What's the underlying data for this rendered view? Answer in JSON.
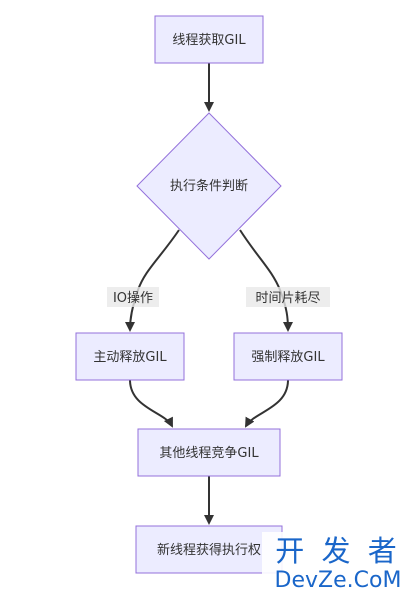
{
  "nodes": {
    "start": "线程获取GIL",
    "decision": "执行条件判断",
    "io_release": "主动释放GIL",
    "force_release": "强制释放GIL",
    "compete": "其他线程竞争GIL",
    "new_exec": "新线程获得执行权"
  },
  "edges": {
    "io_label": "IO操作",
    "time_label": "时间片耗尽"
  },
  "watermark": {
    "line1": "开 发 者",
    "line2": "DevZe.CoM"
  },
  "colors": {
    "node_fill": "#ececff",
    "node_stroke": "#9370db",
    "edge": "#333333",
    "watermark": "#1a66c9"
  }
}
